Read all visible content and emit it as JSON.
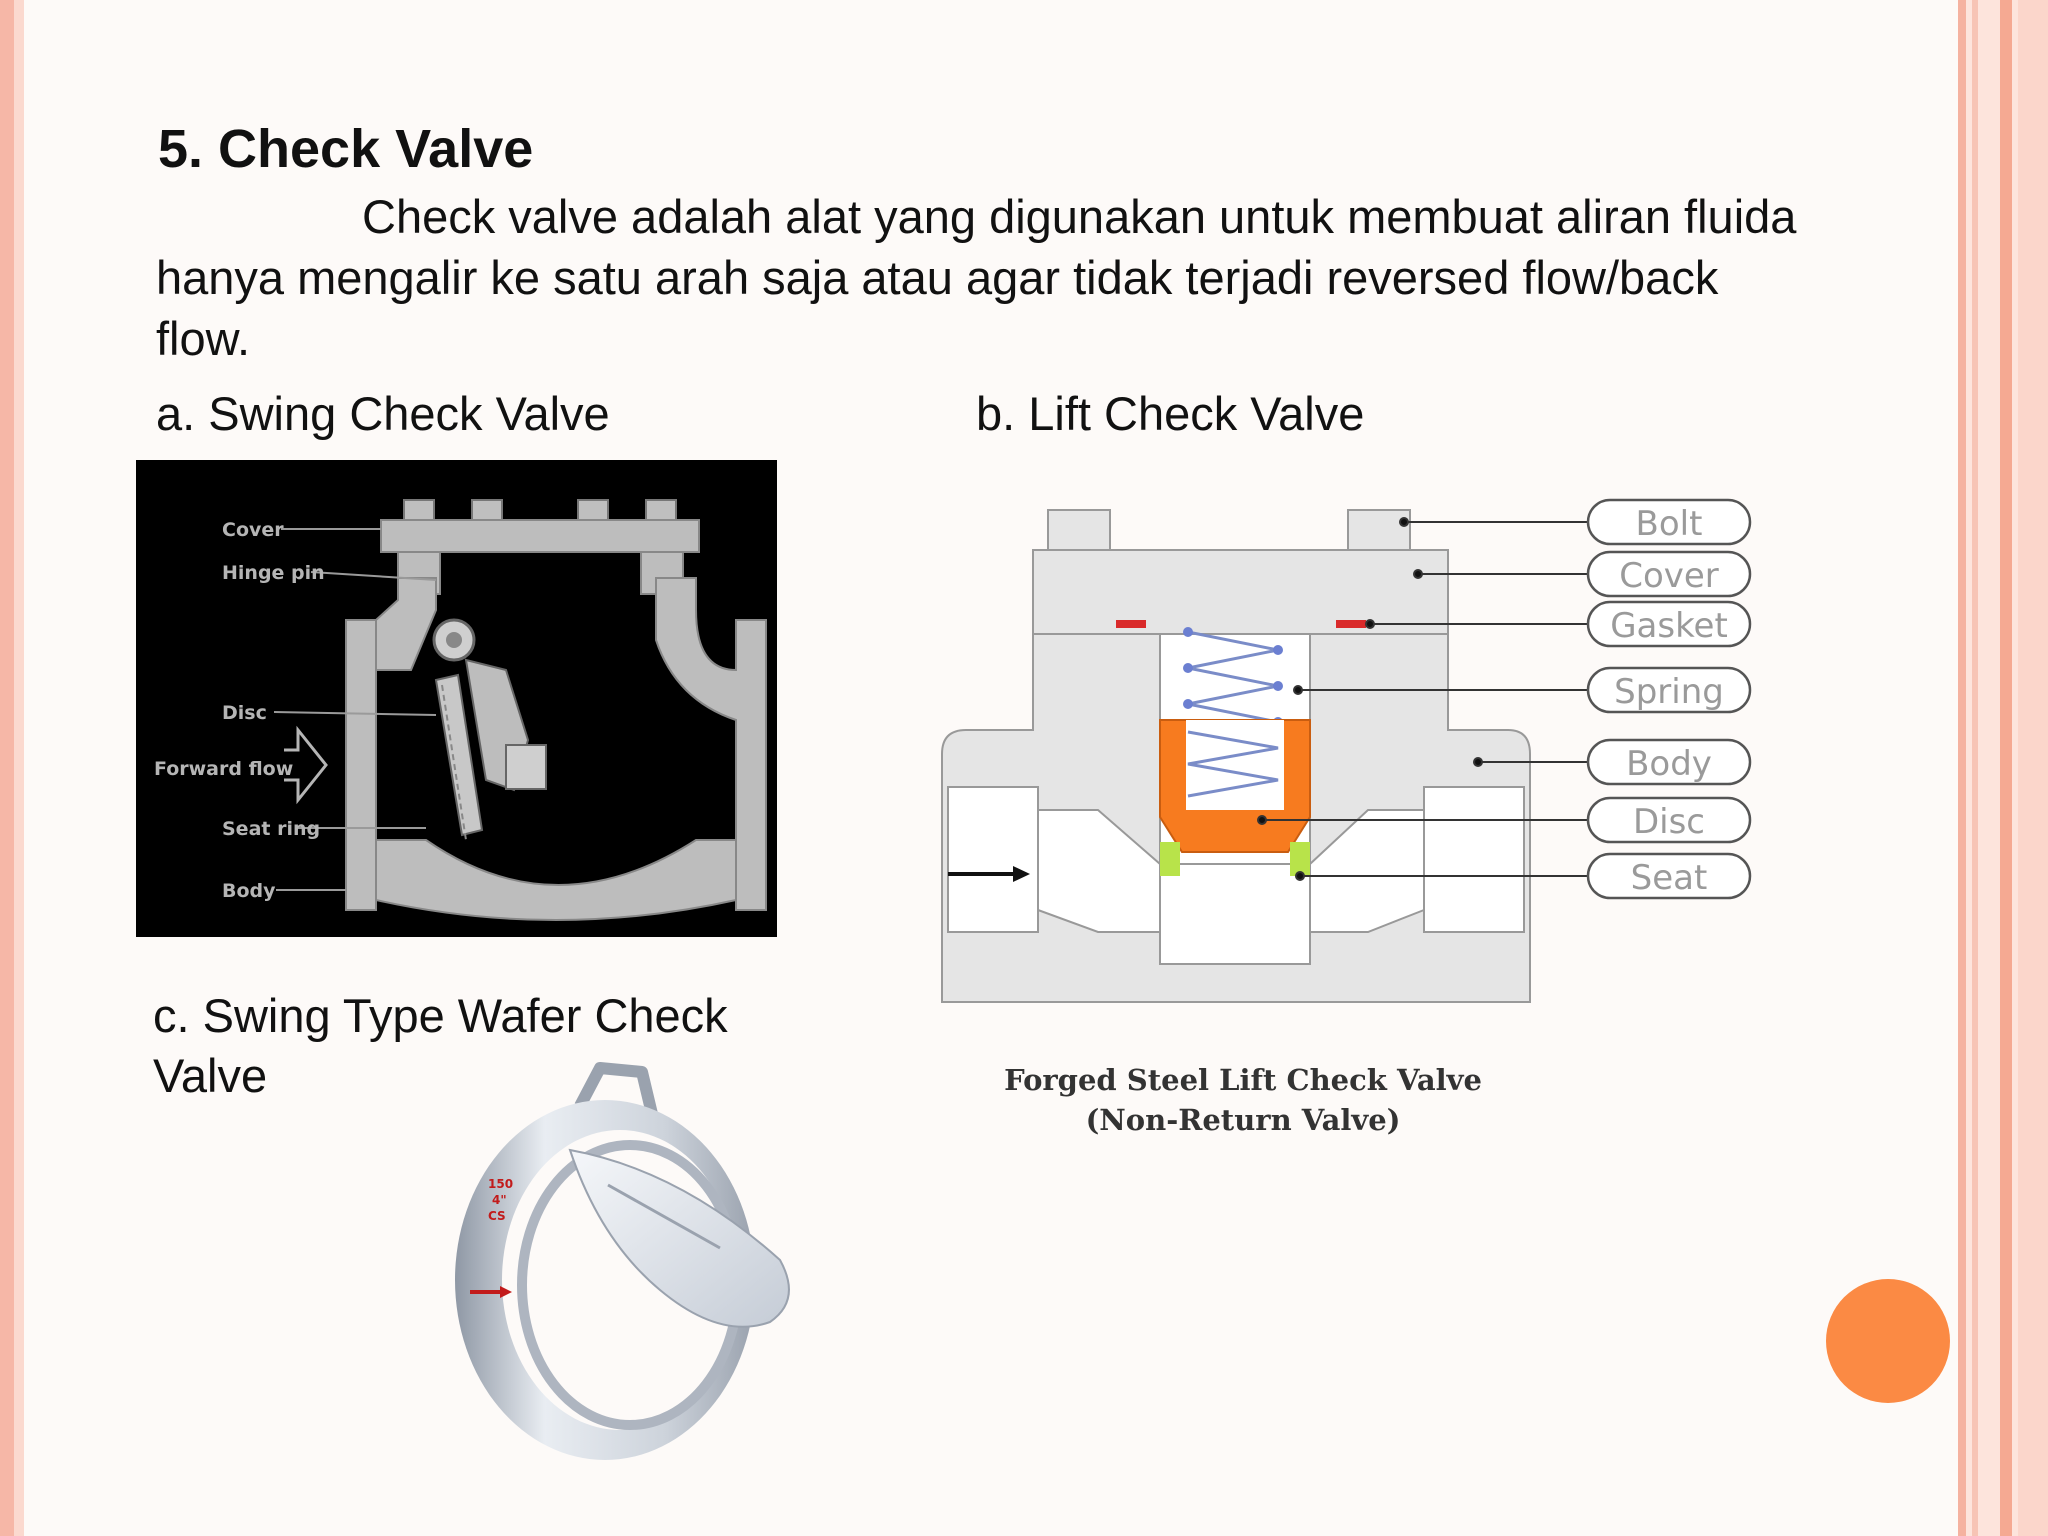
{
  "slide": {
    "title": "5.  Check Valve",
    "intro": "Check valve adalah alat yang digunakan untuk membuat aliran fluida hanya mengalir ke satu arah saja atau agar tidak terjadi reversed flow/back flow."
  },
  "sections": {
    "a": {
      "caption": "a. Swing Check Valve",
      "labels": [
        "Cover",
        "Hinge pin",
        "Disc",
        "Forward flow",
        "Seat ring",
        "Body"
      ]
    },
    "b": {
      "caption": "b. Lift Check Valve",
      "labels": [
        "Bolt",
        "Cover",
        "Gasket",
        "Spring",
        "Body",
        "Disc",
        "Seat"
      ],
      "figure_title_1": "Forged Steel Lift Check Valve",
      "figure_title_2": "(Non-Return Valve)"
    },
    "c": {
      "caption": "c. Swing Type Wafer Check Valve",
      "marking": [
        "150",
        "4\"",
        "CS"
      ]
    }
  },
  "colors": {
    "accent_orange": "#fb8a44",
    "border_pink": "#f6b7a7",
    "disc_orange": "#f77b1f",
    "seat_green": "#b8e34a",
    "gasket_red": "#d92a2a"
  },
  "icons": [
    "forward-flow-arrow-icon",
    "flow-arrow-icon"
  ]
}
